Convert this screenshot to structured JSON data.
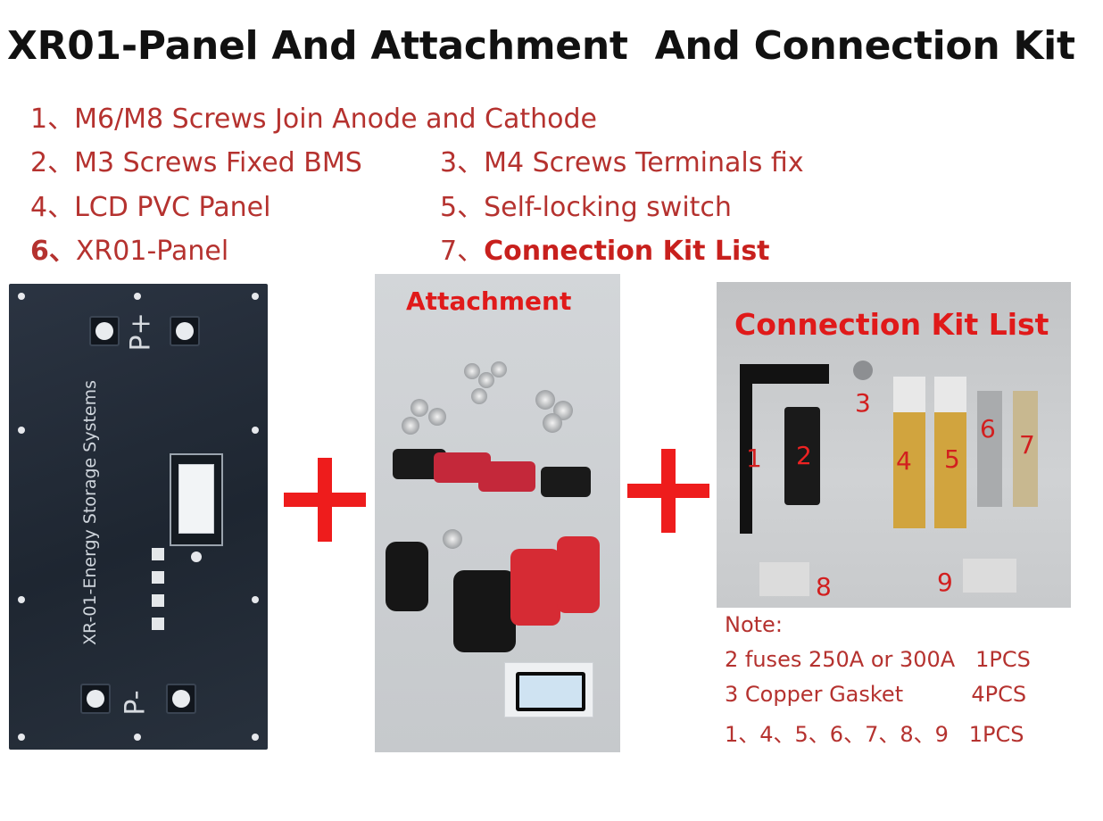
{
  "title": "XR01-Panel And Attachment  And Connection Kit",
  "items": [
    {
      "num": "1、",
      "text": "M6/M8 Screws Join Anode and Cathode"
    },
    {
      "num": "2、",
      "text": "M3 Screws Fixed BMS"
    },
    {
      "num": "3、",
      "text": "M4 Screws Terminals fix"
    },
    {
      "num": "4、",
      "text": "LCD PVC Panel"
    },
    {
      "num": "5、",
      "text": "Self-locking switch"
    },
    {
      "num": "6、",
      "text": "XR01-Panel"
    },
    {
      "num": "7、",
      "text": "Connection Kit List"
    }
  ],
  "panel": {
    "brand_text": "XR-01-Energy Storage Systems",
    "p_plus": "P+",
    "p_minus": "P-"
  },
  "attachment": {
    "label": "Attachment"
  },
  "kit": {
    "label": "Connection Kit List",
    "numbers": [
      "1",
      "2",
      "3",
      "4",
      "5",
      "6",
      "7",
      "8",
      "9"
    ]
  },
  "notes": {
    "heading": "Note:",
    "lines": [
      "2 fuses 250A or 300A   1PCS",
      "3 Copper Gasket          4PCS",
      "1、4、5、6、7、8、9   1PCS"
    ]
  },
  "colors": {
    "accent_red": "#e01a1a",
    "text_red": "#b5322f"
  }
}
